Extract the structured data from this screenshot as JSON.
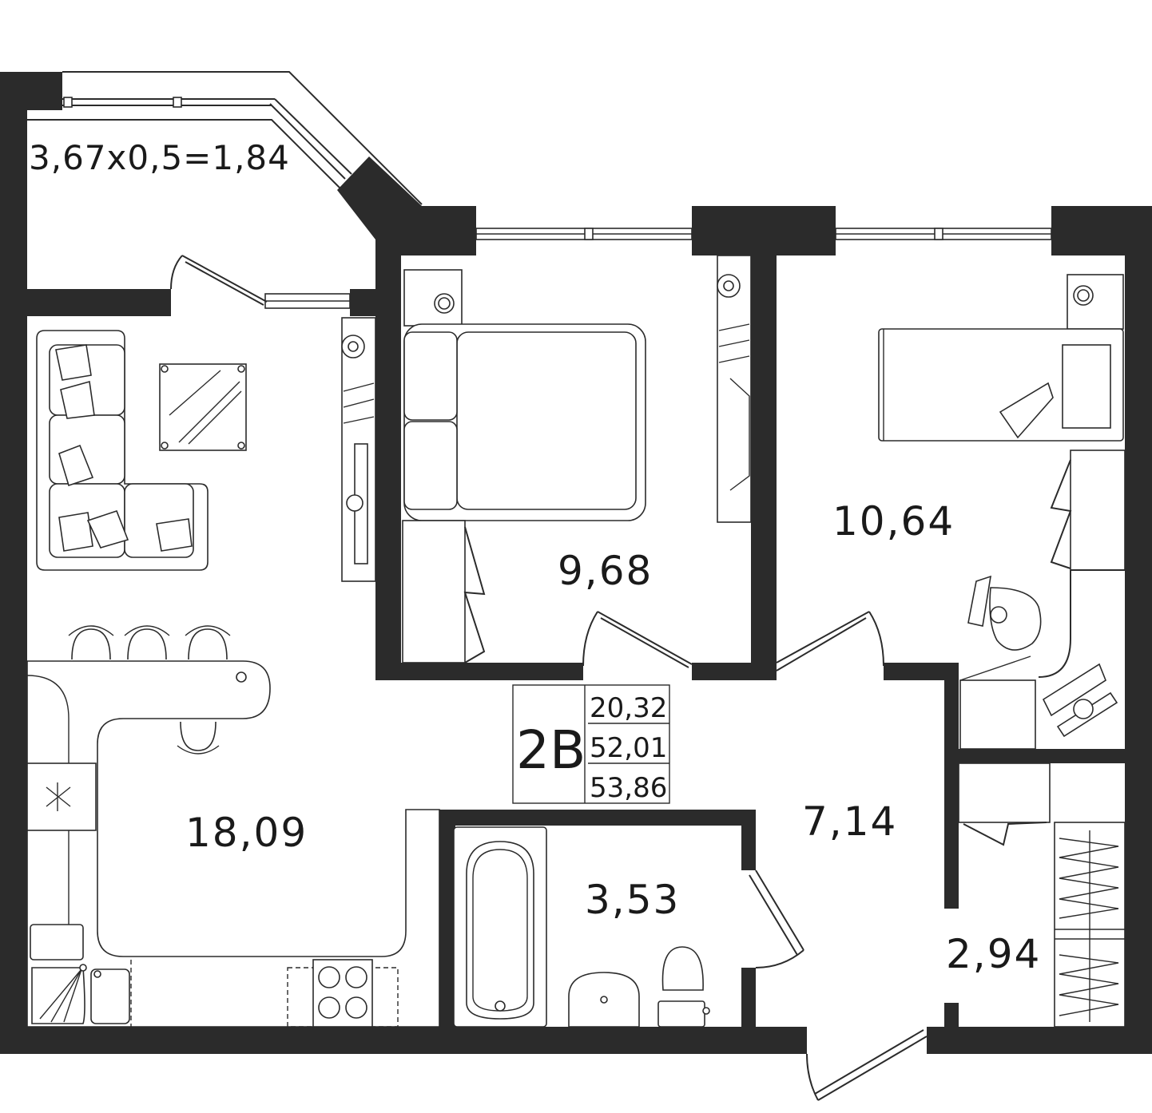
{
  "apartment": {
    "code": "2В",
    "totals": [
      "20,32",
      "52,01",
      "53,86"
    ]
  },
  "rooms": {
    "balcony": "3,67x0,5=1,84",
    "bedroom": "9,68",
    "room2": "10,64",
    "living_kitchen": "18,09",
    "hall": "7,14",
    "bathroom": "3,53",
    "storage": "2,94"
  }
}
